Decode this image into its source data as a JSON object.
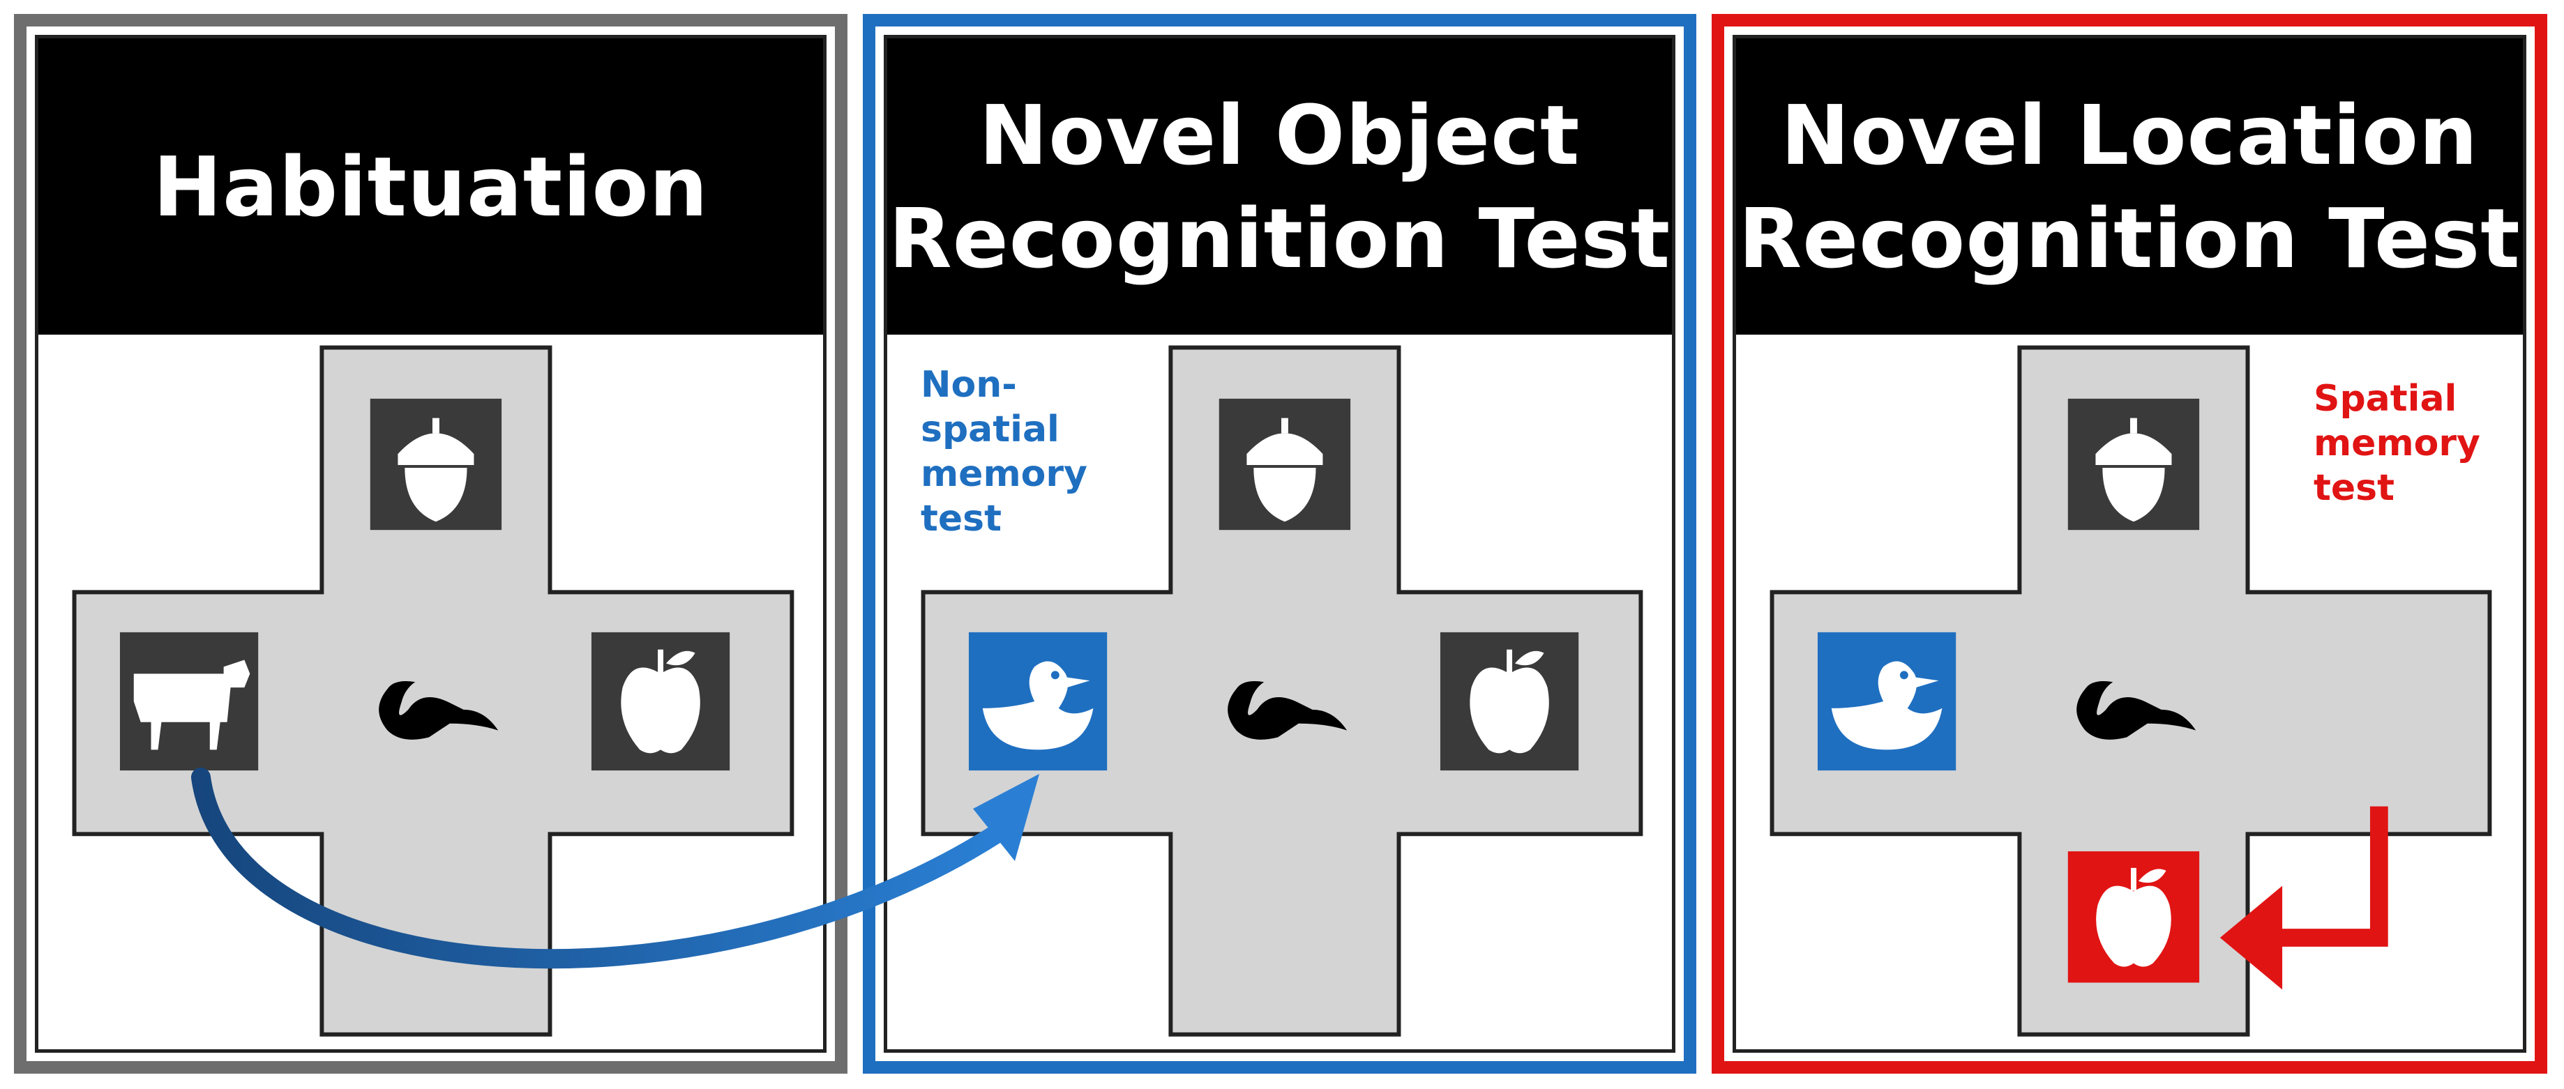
{
  "panels": [
    {
      "header_lines": [
        "Habituation"
      ],
      "annotation_lines": [],
      "border_color": "#6e6e6e",
      "objects": {
        "top": "acorn-icon",
        "left": "cow-icon",
        "center": "mouse-icon",
        "right": "apple-icon"
      }
    },
    {
      "header_lines": [
        "Novel Object",
        "Recognition Test"
      ],
      "annotation_lines": [
        "Non-",
        "spatial",
        "memory",
        "test"
      ],
      "border_color": "#1f6fc0",
      "objects": {
        "top": "acorn-icon",
        "left": "duck-icon",
        "center": "mouse-icon",
        "right": "apple-icon"
      }
    },
    {
      "header_lines": [
        "Novel Location",
        "Recognition Test"
      ],
      "annotation_lines": [
        "Spatial",
        "memory",
        "test"
      ],
      "border_color": "#e11414",
      "objects": {
        "top": "acorn-icon",
        "left": "duck-icon",
        "center": "mouse-icon",
        "bottom": "apple-icon"
      }
    }
  ],
  "colors": {
    "arena_fill": "#d4d4d4",
    "object_box": "#3a3a3a",
    "novel_object_box": "#1f6fc0",
    "moved_object_box": "#e11414",
    "curved_arrow": "#1d5a9c",
    "return_arrow": "#e11414"
  }
}
